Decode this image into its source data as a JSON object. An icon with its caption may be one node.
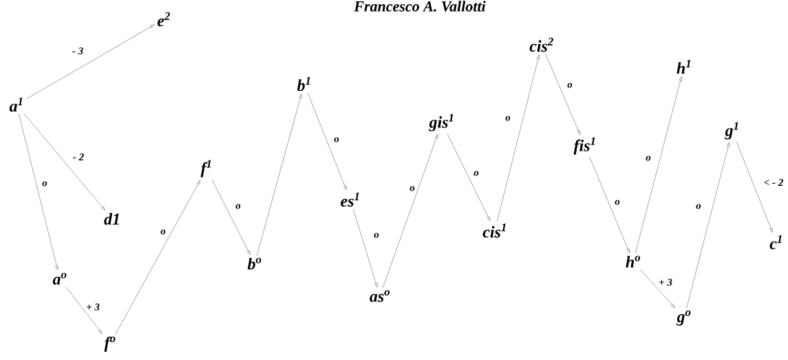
{
  "diagram": {
    "title": "Francesco A. Vallotti",
    "nodes": [
      {
        "text": [
          "a$^{1}$"
        ]
      },
      {
        "text": [
          "e$^{2}$"
        ]
      },
      {
        "text": [
          "d1"
        ]
      },
      {
        "text": [
          "a$^{o}$"
        ]
      },
      {
        "text": [
          "f$^{o}$"
        ]
      },
      {
        "text": [
          "f$^{1}$"
        ]
      },
      {
        "text": [
          "b$^{o}$"
        ]
      },
      {
        "text": [
          "b$^{1}$"
        ]
      },
      {
        "text": [
          "es$^{1}$"
        ]
      },
      {
        "text": [
          "as$^{o}$"
        ]
      },
      {
        "text": [
          "gis$^{1}$"
        ]
      },
      {
        "text": [
          "cis$^{1}$"
        ]
      },
      {
        "text": [
          "cis$^{2}$"
        ]
      },
      {
        "text": [
          "fis$^{1}$"
        ]
      },
      {
        "text": [
          "h$^{1}$"
        ]
      },
      {
        "text": [
          "h$^{o}$"
        ]
      },
      {
        "text": [
          "g$^{o}$"
        ]
      },
      {
        "text": [
          "g$^{1}$"
        ]
      },
      {
        "text": [
          "c$^{1}$"
        ]
      }
    ],
    "edges": [
      {
        "from": 0,
        "to": 1,
        "arrow": "to",
        "label": "- 3"
      },
      {
        "from": 0,
        "to": 2,
        "arrow": "to",
        "label": "- 2"
      },
      {
        "from": 0,
        "to": 3,
        "arrow": "to",
        "label": "o"
      },
      {
        "from": 3,
        "to": 4,
        "arrow": "to",
        "label": "+ 3"
      },
      {
        "from": 4,
        "to": 5,
        "arrow": "to",
        "label": "o"
      },
      {
        "from": 5,
        "to": 6,
        "arrow": "to",
        "label": "o"
      },
      {
        "from": 6,
        "to": 7,
        "arrow": "to"
      },
      {
        "from": 7,
        "to": 8,
        "arrow": "to",
        "label": "o"
      },
      {
        "from": 8,
        "to": 9,
        "arrow": "to",
        "label": "o"
      },
      {
        "from": 9,
        "to": 10,
        "arrow": "to",
        "label": "o"
      },
      {
        "from": 10,
        "to": 11,
        "arrow": "to",
        "label": "o"
      },
      {
        "from": 11,
        "to": 12,
        "arrow": "to",
        "label": "o"
      },
      {
        "from": 12,
        "to": 13,
        "arrow": "to",
        "label": "o"
      },
      {
        "from": 13,
        "to": 15,
        "arrow": "to",
        "label": "o"
      },
      {
        "from": 15,
        "to": 14,
        "arrow": "to",
        "label": "o"
      },
      {
        "from": 15,
        "to": 16,
        "arrow": "to",
        "label": "+ 3"
      },
      {
        "from": 16,
        "to": 17,
        "arrow": "to",
        "label": "o"
      },
      {
        "from": 17,
        "to": 18,
        "arrow": "to",
        "label": "< - 2"
      }
    ]
  }
}
